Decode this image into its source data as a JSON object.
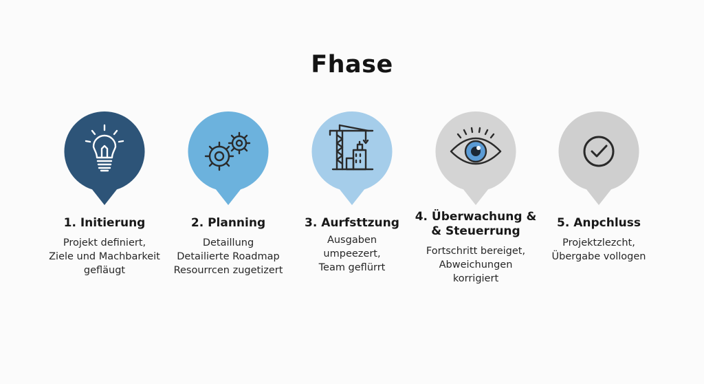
{
  "title": "Fhase",
  "colors": {
    "phase1": "#2d5478",
    "phase2": "#6cb2dd",
    "phase3": "#a5cdea",
    "phase4": "#d4d4d4",
    "phase5": "#cfcfcf",
    "icon_stroke": "#2a2a2a",
    "icon_light": "#ffffff"
  },
  "phases": [
    {
      "title": "1. Initierung",
      "description": "Projekt definiert,\nZiele und Machbarkeit\ngefläugt",
      "icon": "lightbulb-icon"
    },
    {
      "title": "2. Planning",
      "description": "Detaillung\nDetailierte Roadmap\nResourrcen zugetizert",
      "icon": "gears-icon"
    },
    {
      "title": "3. Aurfsttzung",
      "description": "Ausgaben\numpeezert,\nTeam geflürrt",
      "icon": "construction-crane-icon"
    },
    {
      "title": "4. Überwachung &\n& Steuerrung",
      "description": "Fortschritt bereiget,\nAbweichungen\nkorrigiert",
      "icon": "eye-icon"
    },
    {
      "title": "5. Anpchluss",
      "description": "Projektzlezcht,\nÜbergabe vollogen",
      "icon": "checkmark-icon"
    }
  ]
}
